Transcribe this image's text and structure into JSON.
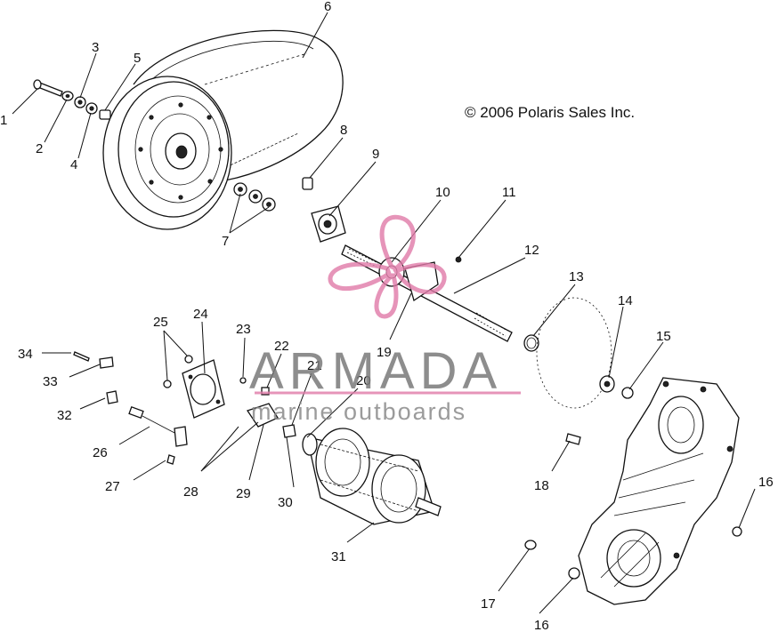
{
  "copyright": "© 2006 Polaris Sales Inc.",
  "watermark": {
    "brand": "ARMADA",
    "tagline": "marine outboards",
    "logo_color": "#e07aa8",
    "text_color": "#7a7a7a"
  },
  "callouts": [
    "1",
    "2",
    "3",
    "4",
    "5",
    "6",
    "7",
    "8",
    "9",
    "10",
    "11",
    "12",
    "13",
    "14",
    "15",
    "16",
    "16",
    "17",
    "18",
    "19",
    "20",
    "21",
    "22",
    "23",
    "24",
    "25",
    "26",
    "27",
    "28",
    "29",
    "30",
    "31",
    "32",
    "33",
    "34"
  ]
}
